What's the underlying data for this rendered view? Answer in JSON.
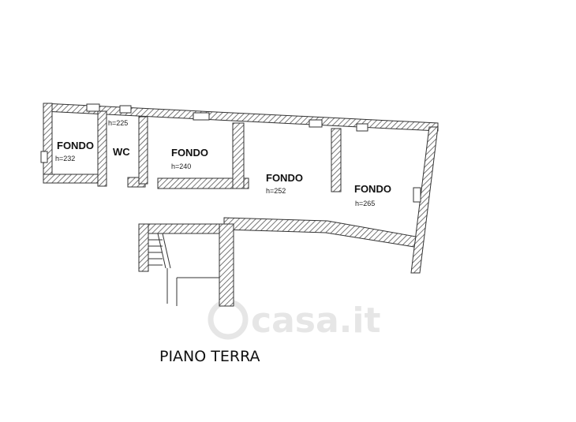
{
  "plan": {
    "title": "PIANO TERRA",
    "watermark": "casa.it",
    "wall_color": "#555555",
    "rooms": [
      {
        "id": "fondo-1",
        "name": "FONDO",
        "height": "h=232"
      },
      {
        "id": "wc",
        "name": "WC",
        "height": "h=225"
      },
      {
        "id": "fondo-2",
        "name": "FONDO",
        "height": "h=240"
      },
      {
        "id": "fondo-3",
        "name": "FONDO",
        "height": "h=252"
      },
      {
        "id": "fondo-4",
        "name": "FONDO",
        "height": "h=265"
      }
    ]
  }
}
